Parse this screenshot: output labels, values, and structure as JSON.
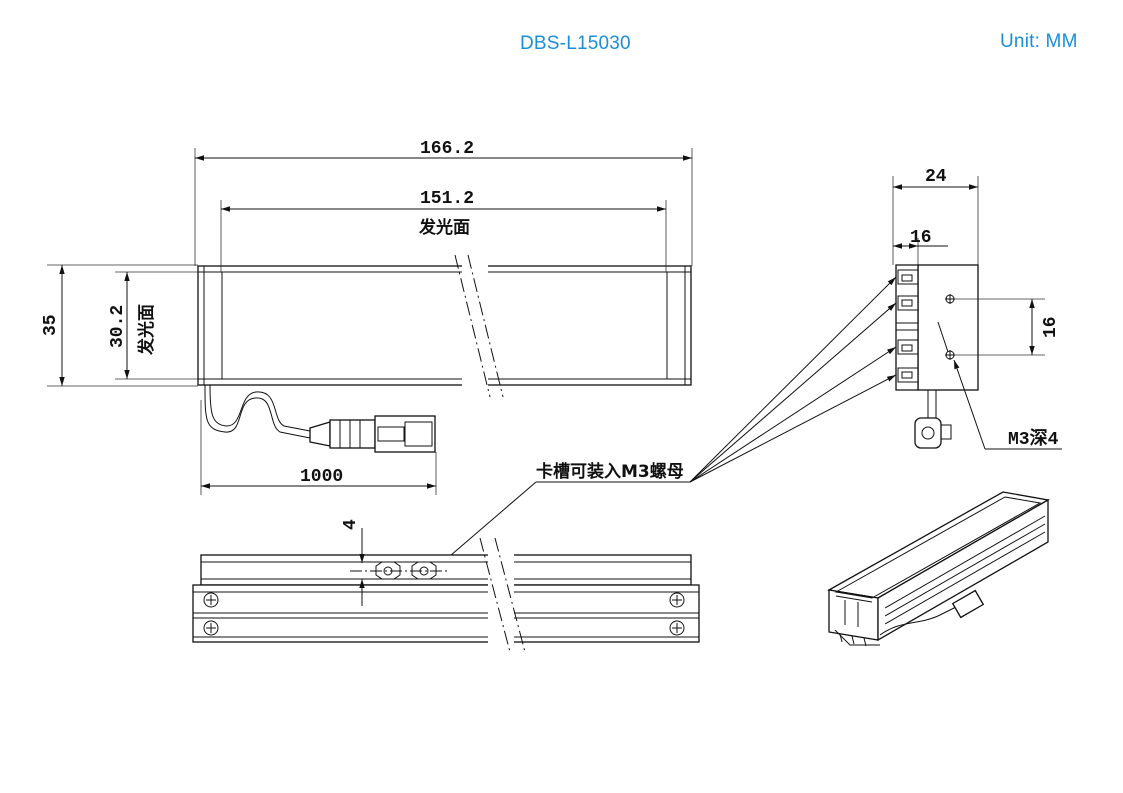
{
  "header": {
    "model": "DBS-L15030",
    "unit": "Unit: MM"
  },
  "dimensions": {
    "total_length": "166.2",
    "emitting_length": "151.2",
    "emitting_label": "发光面",
    "total_width": "35",
    "emitting_width": "30.2",
    "cable_length": "1000",
    "side_depth": "24",
    "side_inner": "16",
    "hole_spacing": "16",
    "hole_spec": "M3深4",
    "slot_note": "卡槽可装入M3螺母",
    "slot_offset": "4"
  },
  "colors": {
    "header_text": "#1a8fd8",
    "lines": "#111111"
  }
}
